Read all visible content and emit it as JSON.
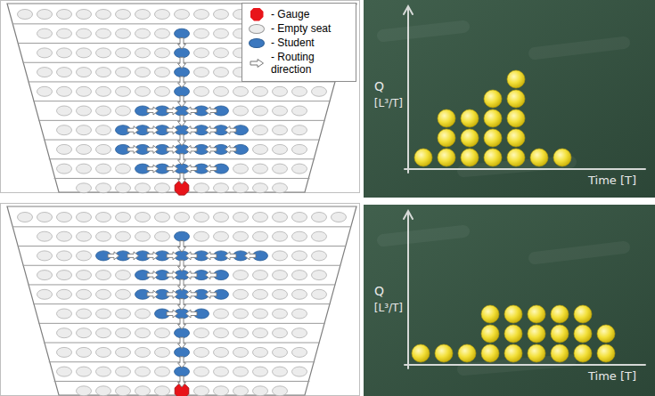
{
  "diagram": {
    "labels": [
      "Q",
      "[L³/T]",
      "Time [T]",
      "Q",
      "[L³/T]",
      "Time [T]"
    ],
    "legend": [
      {
        "text": "- Gauge",
        "color": "#e8141a"
      },
      {
        "text": "- Empty seat",
        "color": "#ececec"
      },
      {
        "text": "- Student",
        "color": "#3b78bf"
      },
      {
        "text": "- Routing direction"
      }
    ]
  }
}
